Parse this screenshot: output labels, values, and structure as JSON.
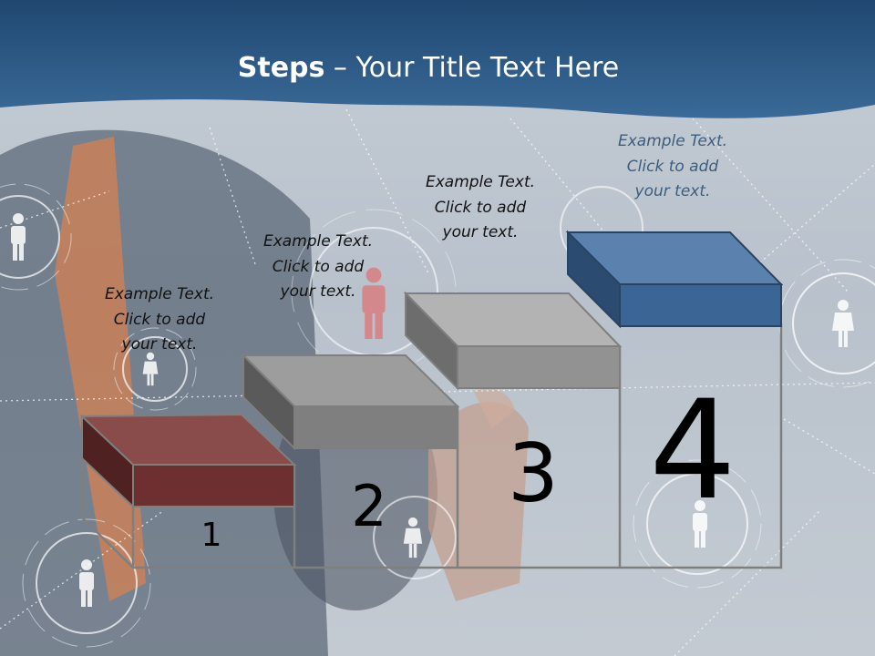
{
  "title": {
    "bold": "Steps",
    "rest": " – Your Title Text Here"
  },
  "colors": {
    "header": "#2d5a87",
    "step1": "#6d2f2f",
    "step2": "#7f7f7f",
    "step3": "#929292",
    "step4": "#3b6595",
    "caption_blue": "#3d5d7e"
  },
  "steps": [
    {
      "number": "1",
      "caption": [
        "Example Text.",
        "Click  to add",
        "your text."
      ]
    },
    {
      "number": "2",
      "caption": [
        "Example Text.",
        "Click  to add",
        "your text."
      ]
    },
    {
      "number": "3",
      "caption": [
        "Example Text.",
        "Click  to add",
        "your text."
      ]
    },
    {
      "number": "4",
      "caption": [
        "Example Text.",
        "Click  to add",
        "your text."
      ]
    }
  ],
  "icons": [
    "person-icon",
    "network-ring-icon"
  ]
}
